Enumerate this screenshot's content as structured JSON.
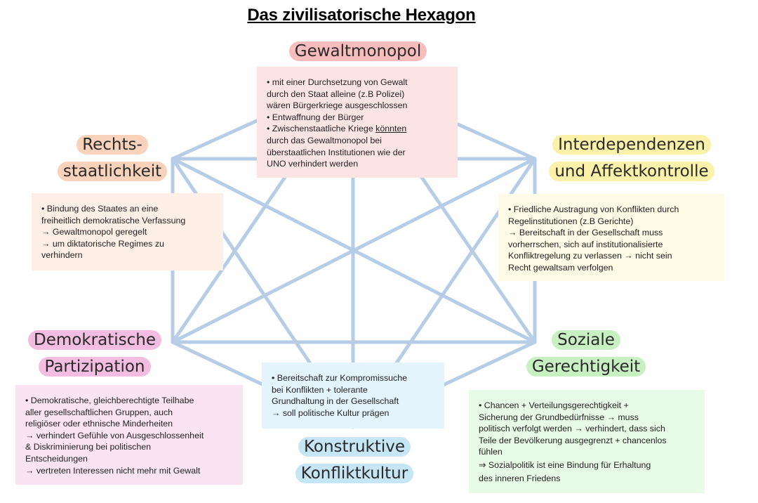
{
  "title": "Das zivilisatorische Hexagon",
  "colors": {
    "line": "#b7cde6",
    "gewalt_box": "#fce4e4",
    "gewalt_hl": "#f7bcbc",
    "recht_box": "#fdefe6",
    "recht_hl": "#f8d2bb",
    "inter_box": "#fefbe6",
    "inter_hl": "#fbf1a8",
    "demo_box": "#fbe4f1",
    "demo_hl": "#f2bde0",
    "konflikt_box": "#e4f4fd",
    "konflikt_hl": "#c6e6f6",
    "sozial_box": "#e8fbe6",
    "sozial_hl": "#c9f0c3"
  },
  "nodes": {
    "gewaltmonopol": {
      "heading": [
        "Gewaltmonopol"
      ],
      "lines": [
        "• mit einer Durchsetzung von Gewalt",
        "durch den Staat alleine (z.B Polizei)",
        "wären Bürgerkriege ausgeschlossen",
        "• Entwaffnung der Bürger",
        "• Zwischenstaatliche Kriege ",
        "könnten",
        "durch das Gewaltmonopol bei",
        "überstaatlichen Institutionen wie der",
        "UNO verhindert werden"
      ]
    },
    "rechtsstaatlichkeit": {
      "heading": [
        "Rechts-",
        "staatlichkeit"
      ],
      "lines": [
        "• Bindung des Staates an eine",
        "freiheitlich demokratische Verfassung",
        "→ Gewaltmonopol geregelt",
        "→ um diktatorische Regimes zu",
        "verhindern"
      ]
    },
    "interdependenzen": {
      "heading": [
        "Interdependenzen",
        "und Affektkontrolle"
      ],
      "lines": [
        "• Friedliche Austragung von Konflikten durch",
        "Regelinstitutionen (z.B Gerichte)",
        "→ Bereitschaft in der Gesellschaft muss",
        "vorherrschen, sich auf institutionalisierte",
        "Konfliktregelung zu verlassen → nicht sein",
        "Recht gewaltsam verfolgen"
      ]
    },
    "demokratische_partizipation": {
      "heading": [
        "Demokratische",
        "Partizipation"
      ],
      "lines": [
        "• Demokratische, gleichberechtigte Teilhabe",
        "aller gesellschaftlichen Gruppen, auch",
        "religiöser oder ethnische Minderheiten",
        "→ verhindert Gefühle von Ausgeschlossenheit",
        "& Diskriminierung bei politischen",
        "Entscheidungen",
        "→ vertreten Interessen nicht mehr mit Gewalt"
      ]
    },
    "konfliktkultur": {
      "heading": [
        "Konstruktive",
        "Konfliktkultur"
      ],
      "lines": [
        "• Bereitschaft zur Kompromissuche",
        "bei Konflikten + tolerante",
        "Grundhaltung in der Gesellschaft",
        "→ soll politische Kultur prägen"
      ]
    },
    "soziale_gerechtigkeit": {
      "heading": [
        "Soziale",
        "Gerechtigkeit"
      ],
      "lines": [
        "• Chancen + Verteilungsgerechtigkeit +",
        "Sicherung der Grundbedürfnisse → muss",
        "politisch verfolgt werden → verhindert, dass sich",
        "Teile der Bevölkerung ausgegrenzt + chancenlos",
        "fühlen",
        "⇒ Sozialpolitik ist eine Bindung für Erhaltung",
        "des inneren Friedens"
      ]
    }
  }
}
